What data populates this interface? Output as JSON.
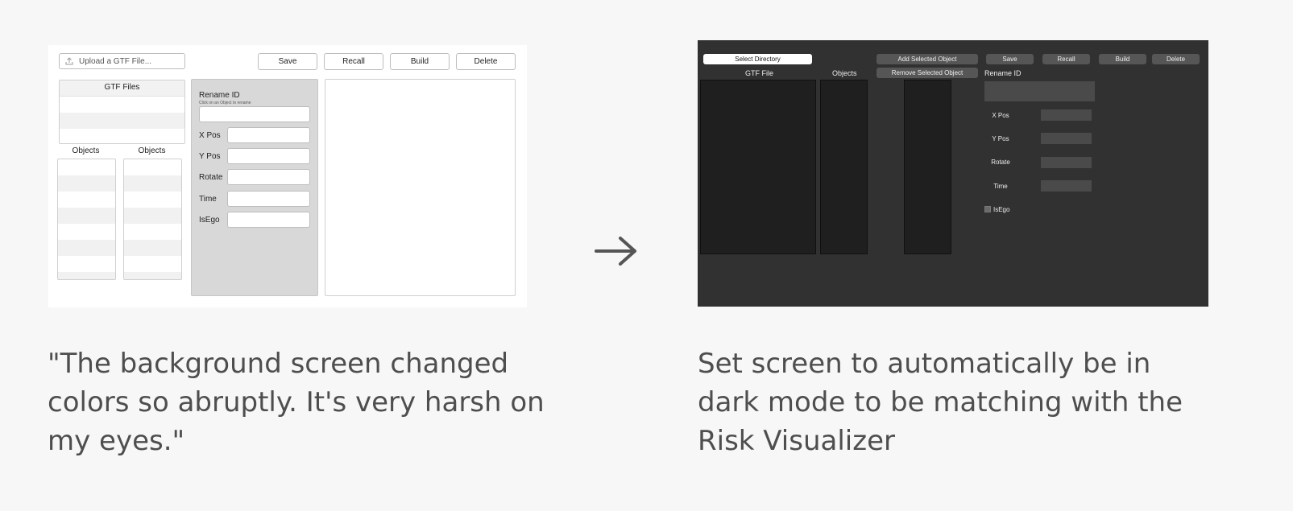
{
  "before": {
    "upload_placeholder": "Upload a GTF File...",
    "buttons": [
      "Save",
      "Recall",
      "Build",
      "Delete"
    ],
    "gtf_files_header": "GTF Files",
    "objects_headers": [
      "Objects",
      "Objects"
    ],
    "panel": {
      "title": "Rename ID",
      "hint": "Click on an Object to rename",
      "fields": [
        "X Pos",
        "Y Pos",
        "Rotate",
        "Time",
        "IsEgo"
      ]
    }
  },
  "after": {
    "select_directory": "Select Directory",
    "gtf_file_header": "GTF File",
    "objects_header": "Objects",
    "add_selected": "Add Selected Object",
    "remove_selected": "Remove Selected Object",
    "buttons": [
      "Save",
      "Recall",
      "Build",
      "Delete"
    ],
    "rename_label": "Rename ID",
    "fields": [
      "X Pos",
      "Y Pos",
      "Rotate",
      "Time"
    ],
    "checkbox_label": "IsEgo"
  },
  "captions": {
    "before": [
      "\"The background screen changed",
      "colors so abruptly. It's very harsh on",
      "my eyes.\""
    ],
    "after": [
      "Set screen to automatically be in",
      "dark mode to be matching with the",
      "Risk Visualizer"
    ]
  },
  "icons": {
    "upload": "upload-icon",
    "arrow": "right-arrow-icon"
  },
  "colors": {
    "light_bg": "#ffffff",
    "dark_bg": "#313131",
    "caption": "#4e4e4e"
  }
}
